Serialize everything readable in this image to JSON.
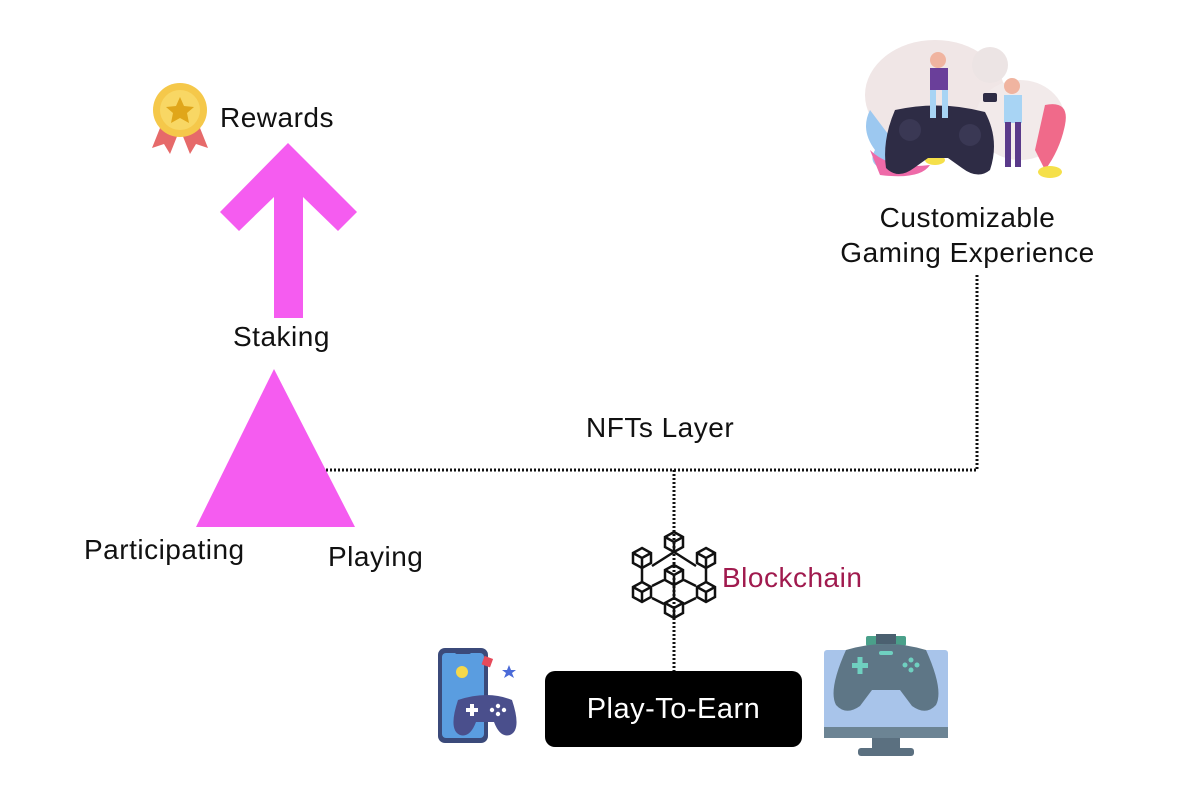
{
  "diagram": {
    "title": "Play-To-Earn Gaming Model",
    "nodes": {
      "rewards": {
        "label": "Rewards",
        "icon": "medal-icon"
      },
      "staking": {
        "label": "Staking"
      },
      "participating": {
        "label": "Participating"
      },
      "playing": {
        "label": "Playing"
      },
      "nfts_layer": {
        "label": "NFTs Layer"
      },
      "customizable": {
        "label_line1": "Customizable",
        "label_line2": "Gaming Experience",
        "icon": "gamers-illustration"
      },
      "blockchain": {
        "label": "Blockchain",
        "icon": "blockchain-cubes-icon"
      },
      "play_to_earn": {
        "label": "Play-To-Earn"
      },
      "mobile_gaming": {
        "icon": "mobile-gamepad-icon"
      },
      "desktop_gaming": {
        "icon": "monitor-gamepad-icon"
      }
    },
    "edges": [
      {
        "from": "staking",
        "to": "rewards",
        "style": "arrow"
      },
      {
        "from": "triangle",
        "to": "customizable",
        "style": "dotted"
      },
      {
        "from": "nfts_layer",
        "to": "play_to_earn",
        "style": "dotted"
      }
    ],
    "colors": {
      "accent_magenta": "#f55cf0",
      "blockchain_text": "#a01a4e",
      "box_bg": "#000000",
      "box_text": "#ffffff",
      "text": "#111111"
    }
  }
}
